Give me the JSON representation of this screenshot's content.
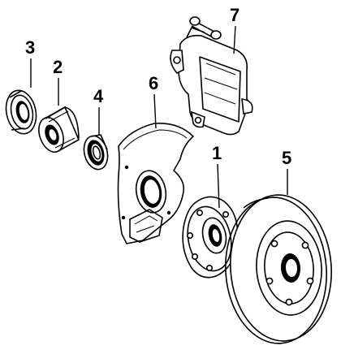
{
  "diagram": {
    "callouts": [
      {
        "label": "1",
        "part": "hub"
      },
      {
        "label": "2",
        "part": "wheel-bearing"
      },
      {
        "label": "3",
        "part": "outer-seal"
      },
      {
        "label": "4",
        "part": "inner-bearing"
      },
      {
        "label": "5",
        "part": "brake-rotor"
      },
      {
        "label": "6",
        "part": "splash-shield"
      },
      {
        "label": "7",
        "part": "brake-caliper"
      }
    ]
  }
}
